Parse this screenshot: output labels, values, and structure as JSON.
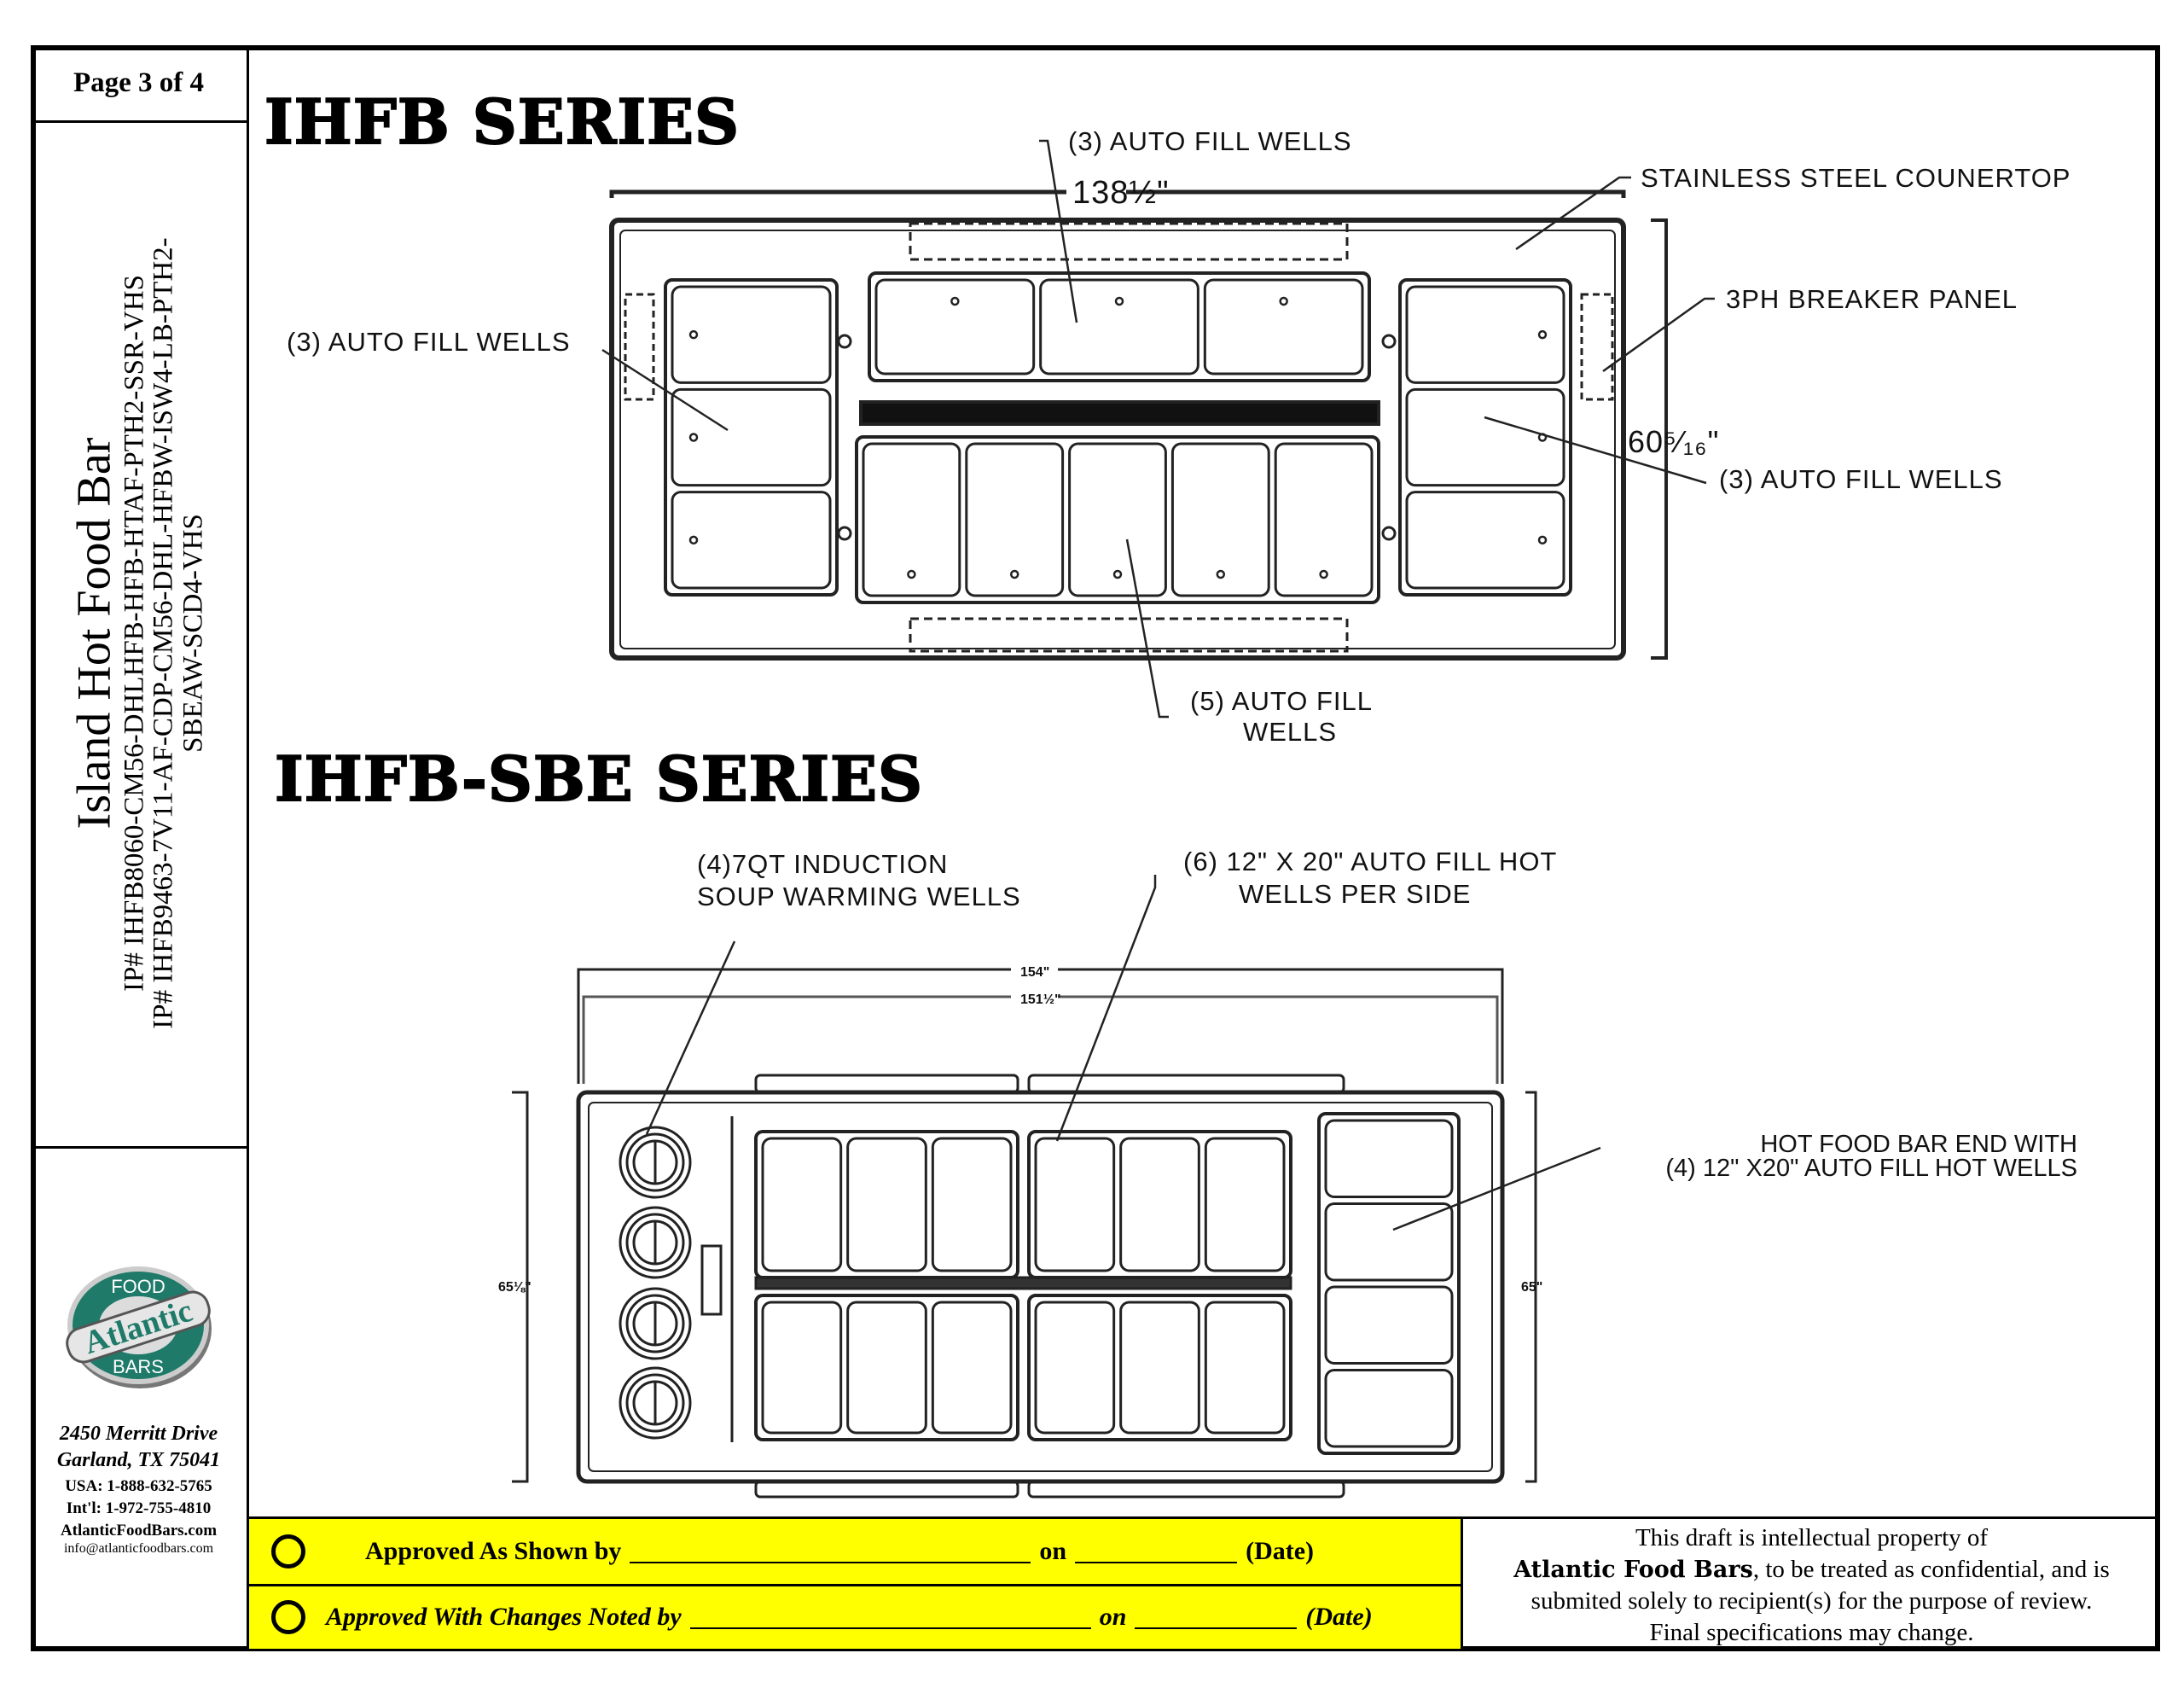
{
  "sidebar": {
    "page": "Page 3 of 4",
    "title": "Island Hot Food Bar",
    "ip_line1": "IP# IHFB8060-CM56-DHLHFB-HFB-HTAF-PTH2-SSR-VHS",
    "ip_line2": "IP# IHFB9463-7V11-AF-CDP-CM56-DHL-HFBW-ISW4-LB-PTH2-",
    "ip_line3": "SBEAW-SCD4-VHS",
    "logo": {
      "brand": "Atlantic",
      "top": "FOOD",
      "bottom": "BARS",
      "color": "#1f7a6a"
    },
    "address1": "2450 Merritt Drive",
    "address2": "Garland, TX 75041",
    "phone_usa": "USA: 1-888-632-5765",
    "phone_intl": "Int'l: 1-972-755-4810",
    "website": "AtlanticFoodBars.com",
    "email": "info@atlanticfoodbars.com"
  },
  "top_drawing": {
    "heading": "IHFB SERIES",
    "label_top_wells": "(3) AUTO FILL WELLS",
    "label_countertop": "STAINLESS STEEL COUNERTOP",
    "label_breaker": "3PH BREAKER PANEL",
    "label_left_wells": "(3)  AUTO FILL WELLS",
    "label_right_wells": "(3) AUTO FILL WELLS",
    "label_bottom_wells_1": "(5) AUTO FILL",
    "label_bottom_wells_2": "WELLS",
    "dim_width": "138½\"",
    "dim_depth": "60⁵⁄₁₆\""
  },
  "bottom_drawing": {
    "heading": "IHFB-SBE SERIES",
    "label_soup_1": "(4)7QT INDUCTION",
    "label_soup_2": "SOUP WARMING WELLS",
    "label_hot_1": "(6) 12\" X 20\" AUTO FILL HOT",
    "label_hot_2": "WELLS PER SIDE",
    "label_end_1": "HOT FOOD BAR END WITH",
    "label_end_2": "(4) 12\" X20\" AUTO FILL HOT WELLS",
    "dim_overall": "154\"",
    "dim_inner": "151½\"",
    "dim_left": "65⅛\"",
    "dim_right": "65\""
  },
  "approval": {
    "row1_label": "Approved As Shown by",
    "row2_label": "Approved With Changes Noted by",
    "on": "on",
    "date": "(Date)",
    "highlight": "#ffff00"
  },
  "notice": {
    "line1": "This draft is intellectual property of",
    "company": "Atlantic Food Bars",
    "line2": ", to be treated as confidential, and is",
    "line3": "submited solely to recipient(s) for the purpose of review.",
    "line4": "Final specifications may change."
  }
}
